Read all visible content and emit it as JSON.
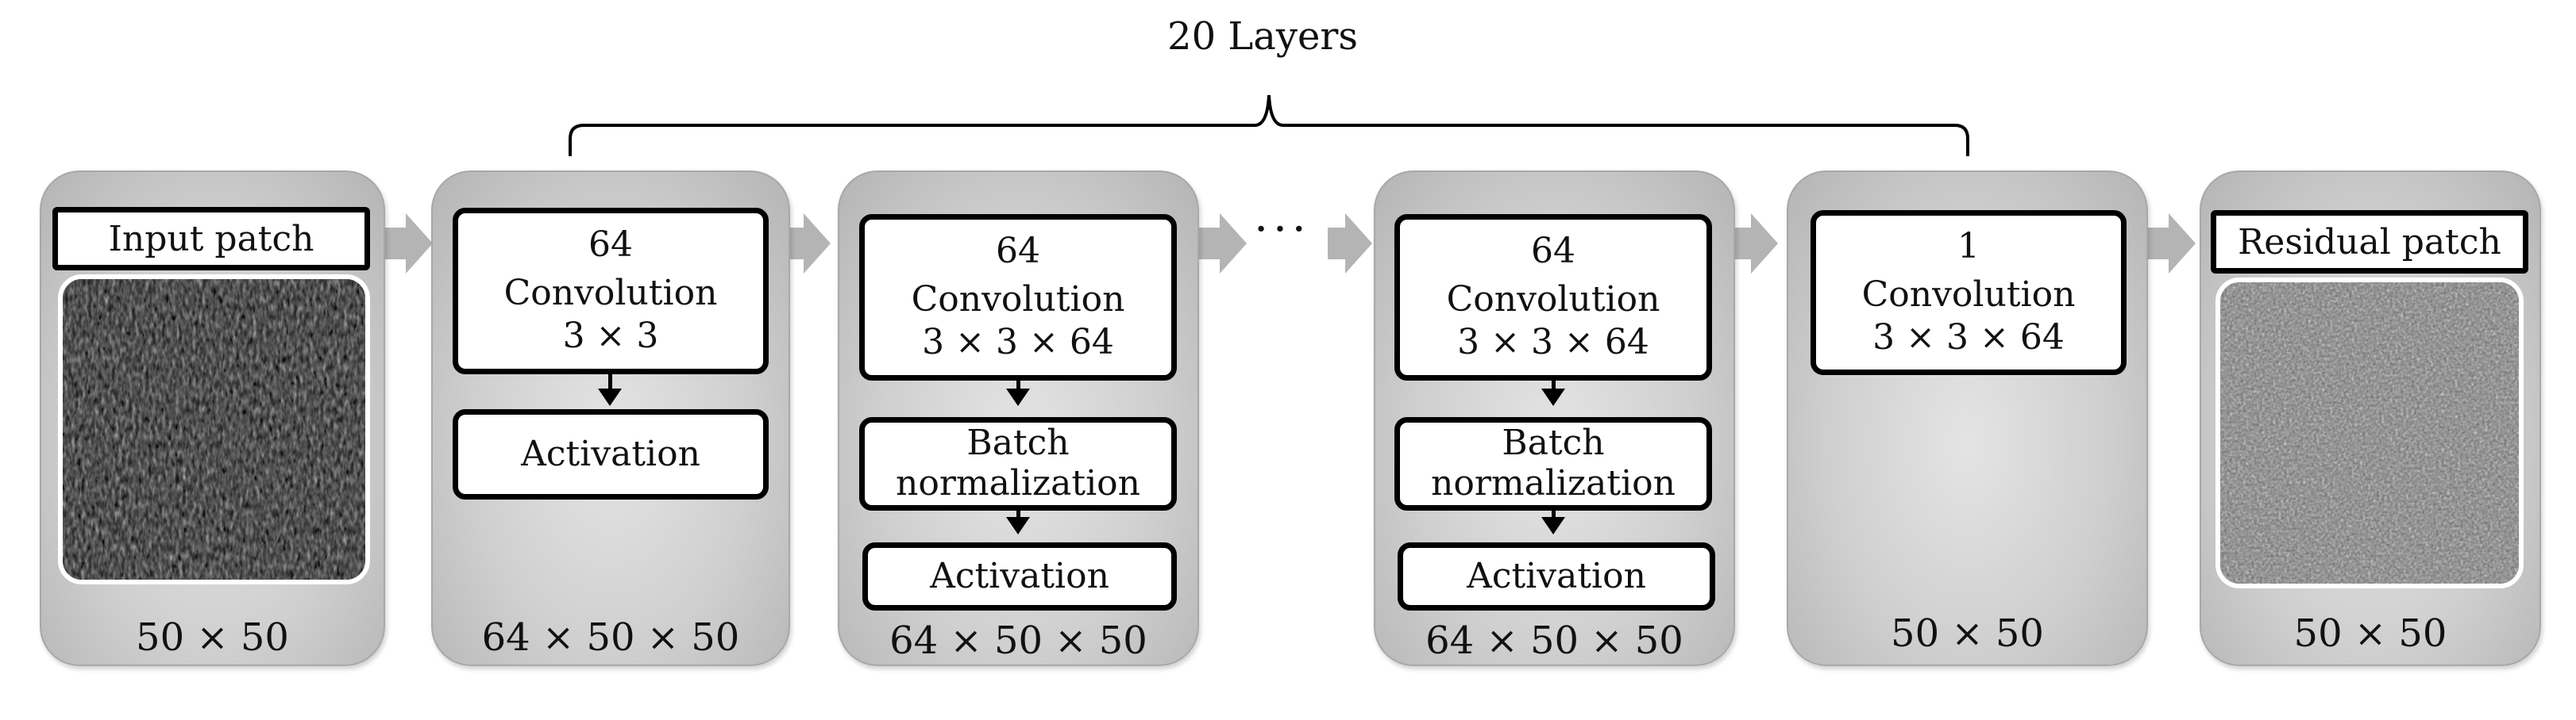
{
  "title": "20 Layers",
  "ellipsis": "···",
  "input_block": {
    "header": "Input patch",
    "dims": "50 × 50"
  },
  "layer_first": {
    "conv_count": "64",
    "conv_label": "Convolution",
    "conv_kernel": "3 × 3",
    "activation": "Activation",
    "dims": "64 × 50 × 50"
  },
  "layer_mid_1": {
    "conv_count": "64",
    "conv_label": "Convolution",
    "conv_kernel": "3 × 3 × 64",
    "bn_line1": "Batch",
    "bn_line2": "normalization",
    "activation": "Activation",
    "dims": "64 × 50 × 50"
  },
  "layer_mid_2": {
    "conv_count": "64",
    "conv_label": "Convolution",
    "conv_kernel": "3 × 3 × 64",
    "bn_line1": "Batch",
    "bn_line2": "normalization",
    "activation": "Activation",
    "dims": "64 × 50 × 50"
  },
  "layer_last": {
    "conv_count": "1",
    "conv_label": "Convolution",
    "conv_kernel": "3 × 3 × 64",
    "dims": "50 × 50"
  },
  "output_block": {
    "header": "Residual patch",
    "dims": "50 × 50"
  },
  "colors": {
    "panel": "#cfcfcf",
    "flow_arrow": "#b4b4b4",
    "box_border": "#000000",
    "input_patch": "#1e1e1e",
    "residual_patch": "#7a7a7a"
  }
}
